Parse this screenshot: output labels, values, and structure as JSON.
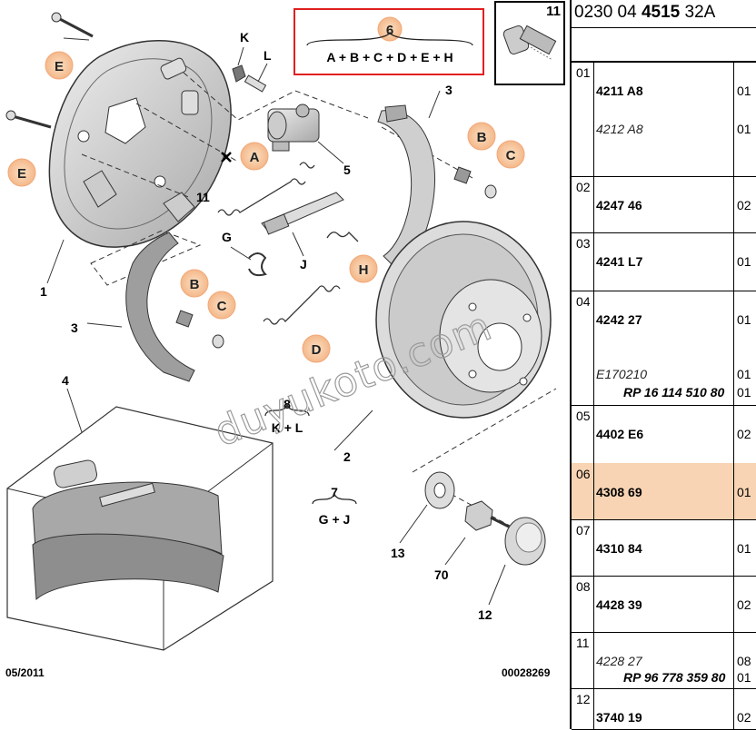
{
  "diagram": {
    "callouts": {
      "kit6_number": "6",
      "kit6_formula": "A + B + C + D + E + H",
      "kit8_number": "8",
      "kit8_formula": "K + L",
      "kit7_number": "7",
      "kit7_formula": "G + J",
      "item11_number": "11"
    },
    "part_labels": {
      "p1": "1",
      "p2": "2",
      "p3a": "3",
      "p3b": "3",
      "p4": "4",
      "p5": "5",
      "p11": "11",
      "p12": "12",
      "p13": "13",
      "p70": "70",
      "G": "G",
      "J": "J",
      "K": "K",
      "L": "L"
    },
    "circle_labels": {
      "A": "A",
      "B1": "B",
      "B2": "B",
      "C1": "C",
      "C2": "C",
      "D": "D",
      "E1": "E",
      "E2": "E",
      "H": "H"
    },
    "footer_date": "05/2011",
    "footer_code": "00028269",
    "watermark": "duyukoto.com",
    "colors": {
      "circle_fill": "#f6c9a0",
      "kit_box_border": "#e02020",
      "highlight_row": "#f8d4b4"
    }
  },
  "panel": {
    "header_ref_pre": "0230 04 ",
    "header_ref_bold": "4515",
    "header_ref_post": " 32A",
    "rows": [
      {
        "num": "01",
        "lines": [
          {
            "ref": "4211 A8",
            "qty": "01"
          },
          {
            "ref": "4212 A8",
            "qty": "01"
          }
        ]
      },
      {
        "num": "02",
        "lines": [
          {
            "ref": "4247 46",
            "qty": "02"
          }
        ]
      },
      {
        "num": "03",
        "lines": [
          {
            "ref": "4241 L7",
            "qty": "01"
          }
        ]
      },
      {
        "num": "04",
        "lines": [
          {
            "ref": "4242 27",
            "qty": "01"
          },
          {
            "ref": "E170210",
            "qty": "01"
          },
          {
            "ref": "RP 16 114 510 80",
            "qty": "01"
          }
        ]
      },
      {
        "num": "05",
        "lines": [
          {
            "ref": "4402 E6",
            "qty": "02"
          }
        ]
      },
      {
        "num": "06",
        "lines": [
          {
            "ref": "4308 69",
            "qty": "01"
          }
        ]
      },
      {
        "num": "07",
        "lines": [
          {
            "ref": "4310 84",
            "qty": "01"
          }
        ]
      },
      {
        "num": "08",
        "lines": [
          {
            "ref": "4428 39",
            "qty": "02"
          }
        ]
      },
      {
        "num": "11",
        "lines": [
          {
            "ref": "4228 27",
            "qty": "08"
          },
          {
            "ref": "RP 96 778 359 80",
            "qty": "01"
          }
        ]
      },
      {
        "num": "12",
        "lines": [
          {
            "ref": "3740 19",
            "qty": "02"
          }
        ]
      }
    ]
  }
}
